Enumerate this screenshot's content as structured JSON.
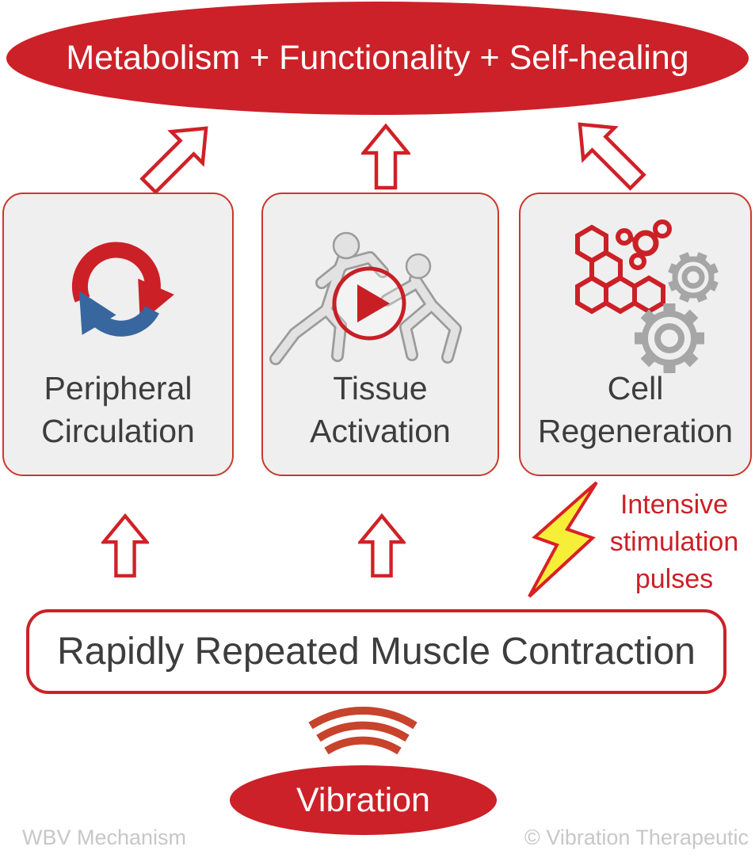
{
  "diagram_title": "WBV Mechanism",
  "outcome": {
    "label": "Metabolism + Functionality + Self-healing",
    "bg_color": "#cc2128",
    "text_color": "#ffffff"
  },
  "mechanisms": [
    {
      "label": "Peripheral Circulation",
      "icon": "circulation-cycle-icon"
    },
    {
      "label": "Tissue Activation",
      "icon": "exercise-figures-play-icon"
    },
    {
      "label": "Cell Regeneration",
      "icon": "molecule-and-gears-icon"
    }
  ],
  "stimulation_note": {
    "line1": "Intensive",
    "line2": "stimulation",
    "line3": "pulses",
    "text_color": "#cc2027",
    "icon": "lightning-bolt-icon"
  },
  "contraction": {
    "label": "Rapidly Repeated Muscle Contraction"
  },
  "vibration": {
    "label": "Vibration",
    "bg_color": "#cc2128",
    "icon": "vibration-waves-icon"
  },
  "footer": {
    "left": "WBV Mechanism",
    "right": "© Vibration Therapeutic",
    "text_color": "#c7c7c7"
  },
  "colors": {
    "red": "#cc2128",
    "arrow_red": "#cf2127",
    "box_border_red": "#cc372b",
    "blue": "#38669f",
    "yellow": "#f7ee38",
    "box_bg": "#efefef",
    "dark_text": "#3d3d3d",
    "gear_gray": "#a6a6a6",
    "figure_fill": "#e2e2e2",
    "figure_outline": "#9b9b9b",
    "wave_red": "#c8432c"
  }
}
